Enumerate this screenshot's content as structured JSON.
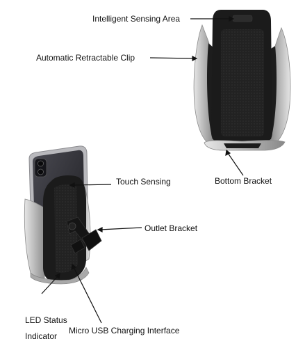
{
  "labels": {
    "intelligent_sensing_area": "Intelligent Sensing Area",
    "automatic_retractable_clip": "Automatic Retractable Clip",
    "bottom_bracket": "Bottom Bracket",
    "touch_sensing": "Touch Sensing",
    "outlet_bracket": "Outlet Bracket",
    "led_status_line1": "LED Status",
    "led_status_line2": "Indicator",
    "micro_usb": "Micro USB Charging Interface"
  },
  "colors": {
    "body_black": "#1b1b1b",
    "texture_black": "#262626",
    "silver": "#c6c6c6",
    "silver_dark": "#8e8e8e",
    "phone_frame": "#b9b9bd",
    "phone_screen": "#2a2a2e",
    "leader": "#111111"
  }
}
